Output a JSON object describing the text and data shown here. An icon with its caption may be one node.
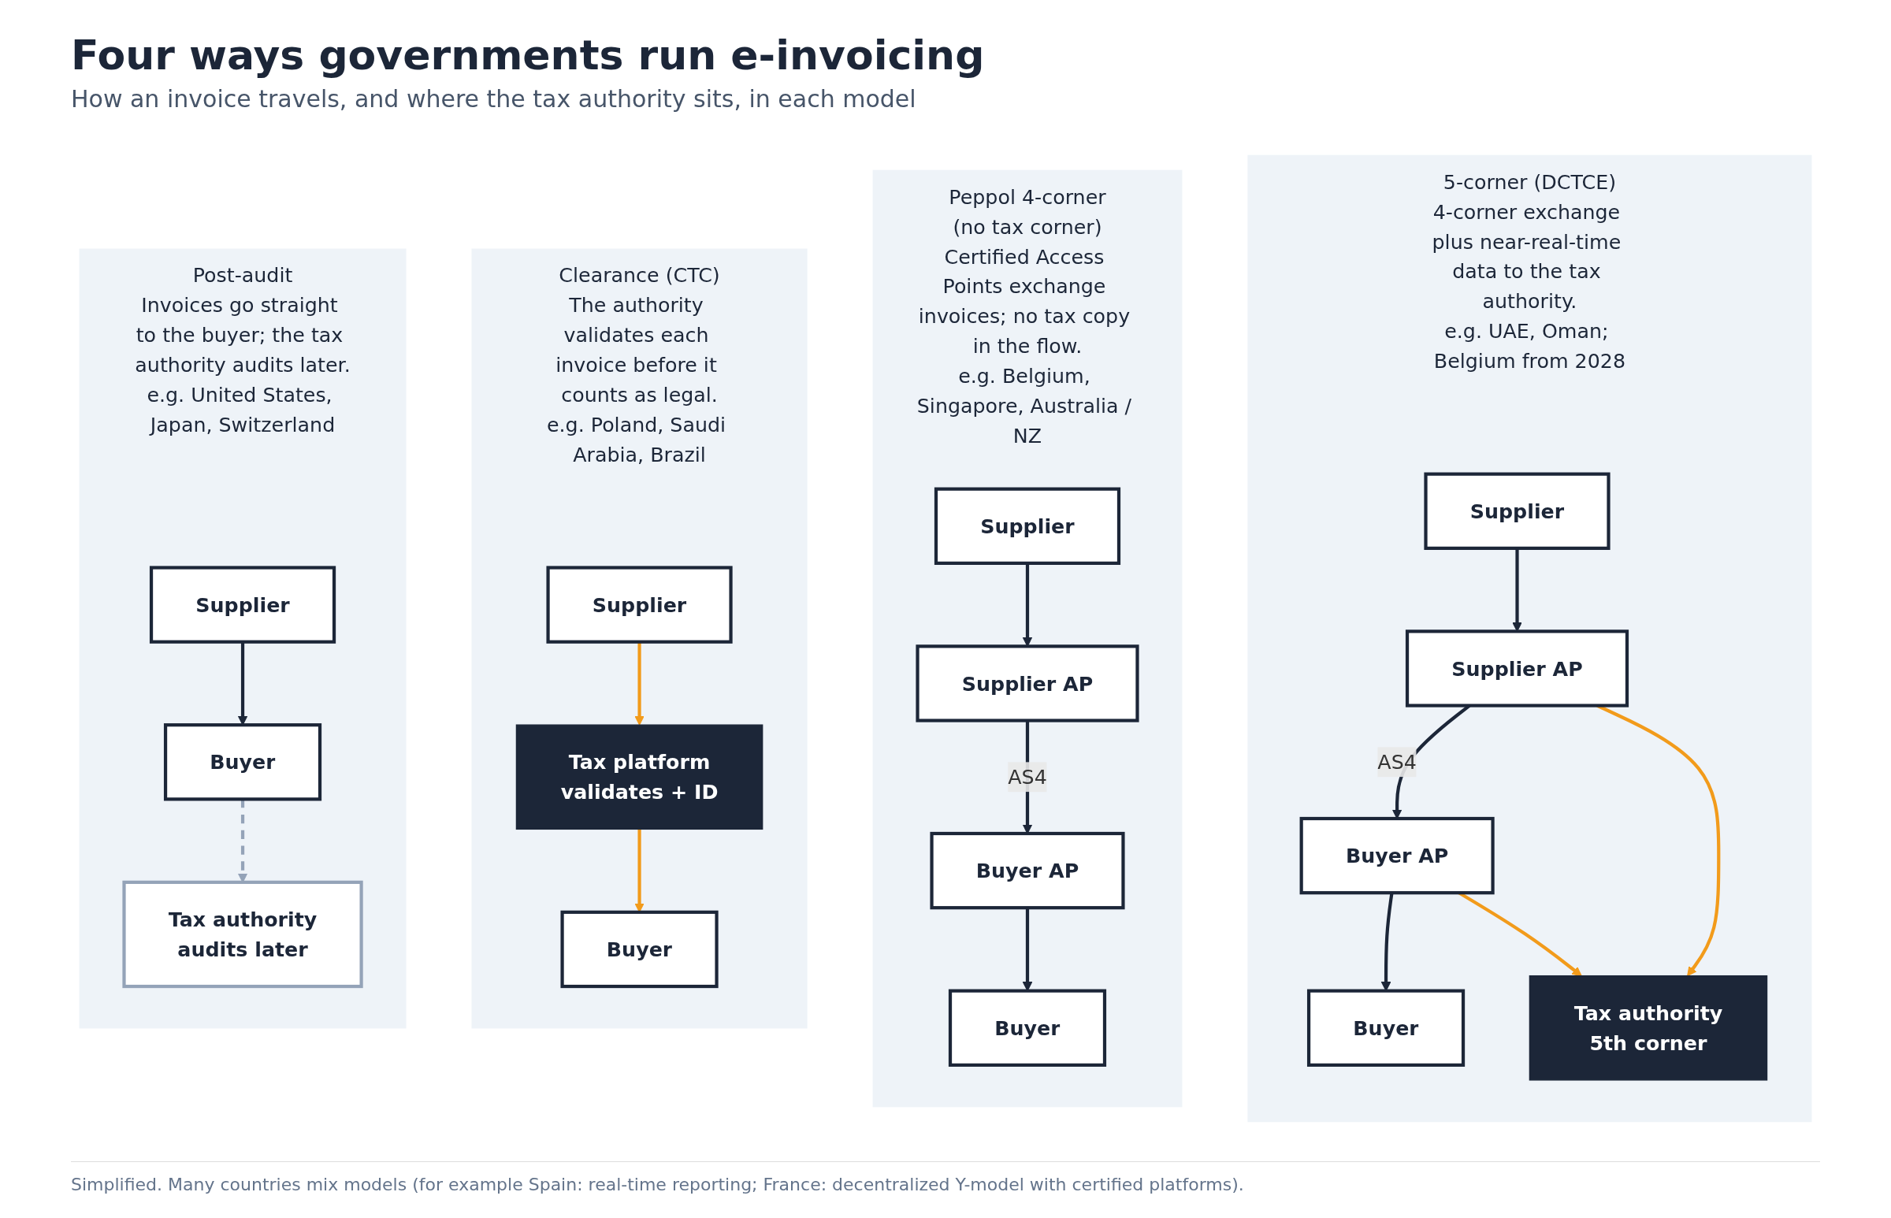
{
  "diagram": {
    "title": "Four ways governments run e-invoicing",
    "caption": "Simplified. Many countries mix models (for example Spain: real-time reporting; France: decentralized Y-model with certified platforms).",
    "nodes": [
      {
        "text": [
          "Post-audit",
          "Invoices go straight to the buyer; the tax authority audits later.",
          "e.g. United States, Japan, Switzerland"
        ]
      },
      {
        "text": [
          "Supplier"
        ],
        "in": 0
      },
      {
        "text": [
          "Buyer"
        ],
        "in": 0
      },
      {
        "text": [
          "Tax authority",
          "audits later"
        ],
        "in": 0
      },
      {
        "text": [
          "Clearance (CTC)",
          "The authority validates each invoice before it counts as legal.",
          "e.g. Poland, Saudi Arabia, Brazil"
        ]
      },
      {
        "text": [
          "Supplier"
        ],
        "in": 4
      },
      {
        "text": [
          "Tax platform",
          "validates + ID"
        ],
        "in": 4
      },
      {
        "text": [
          "Buyer"
        ],
        "in": 4
      },
      {
        "text": [
          "Peppol 4-corner",
          "(no tax corner)",
          "Certified Access Points exchange invoices; no tax copy in the flow.",
          "e.g. Belgium, Singapore, Australia / NZ"
        ]
      },
      {
        "text": [
          "Supplier"
        ],
        "in": 8
      },
      {
        "text": [
          "Buyer"
        ],
        "in": 8
      },
      {
        "text": [
          "Supplier AP"
        ],
        "in": 8
      },
      {
        "text": [
          "Buyer AP"
        ],
        "in": 8
      },
      {
        "text": [
          "5-corner (DCTCE)",
          "4-corner exchange plus near-real-time data to the tax authority.",
          "e.g. UAE, Oman; Belgium from 2028"
        ]
      },
      {
        "text": [
          "Supplier"
        ],
        "in": 13
      },
      {
        "text": [
          "Buyer"
        ],
        "in": 13
      },
      {
        "text": [
          "Supplier AP"
        ],
        "in": 13
      },
      {
        "text": [
          "Buyer AP"
        ],
        "in": 13
      },
      {
        "text": [
          "Tax authority",
          "5th corner"
        ],
        "in": 13
      }
    ],
    "edges": [
      {
        "from": 1,
        "to": 2,
        "arrow": "to"
      },
      {
        "from": 2,
        "to": 3,
        "arrow": "to",
        "style": "dashed",
        "color": "#94a3b8"
      },
      {
        "from": 5,
        "to": 6,
        "arrow": "to",
        "color": "#f29b1b"
      },
      {
        "from": 6,
        "to": 7,
        "arrow": "to",
        "color": "#f29b1b"
      },
      {
        "from": 9,
        "to": 11,
        "arrow": "to"
      },
      {
        "from": 11,
        "to": 12,
        "arrow": "to",
        "label": "AS4"
      },
      {
        "from": 12,
        "to": 10,
        "arrow": "to"
      },
      {
        "from": 14,
        "to": 16,
        "arrow": "to"
      },
      {
        "from": 16,
        "to": 17,
        "arrow": "to",
        "label": "AS4"
      },
      {
        "from": 17,
        "to": 15,
        "arrow": "to"
      },
      {
        "from": 16,
        "to": 18,
        "arrow": "to",
        "color": "#f29b1b"
      },
      {
        "from": 17,
        "to": 18,
        "arrow": "to",
        "color": "#f29b1b"
      }
    ],
    "labels": [
      "How an invoice travels, and where the tax authority sits, in each model"
    ]
  }
}
